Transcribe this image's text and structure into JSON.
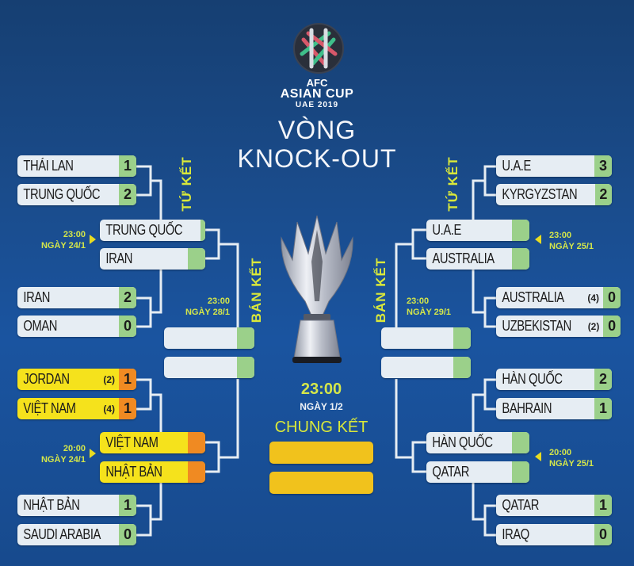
{
  "header": {
    "logo": {
      "line1": "AFC",
      "line2": "ASIAN CUP",
      "line3": "UAE 2019"
    },
    "title_line1": "VÒNG",
    "title_line2": "KNOCK-OUT"
  },
  "stages": {
    "quarterfinal": "TỨ KẾT",
    "semifinal": "BÁN KẾT",
    "final": "CHUNG KẾT"
  },
  "colors": {
    "background": "#1a4c8c",
    "box": "#e6edf3",
    "score_green": "#9bd08a",
    "vietnam_yellow": "#f5e21c",
    "vietnam_orange": "#f08a22",
    "final_gold": "#f1c21c",
    "label_yellow": "#d4e64a",
    "line": "#e6edf3"
  },
  "left": {
    "r16": [
      {
        "teams": [
          {
            "name": "THÁI LAN",
            "score": "1"
          },
          {
            "name": "TRUNG QUỐC",
            "score": "2"
          }
        ]
      },
      {
        "teams": [
          {
            "name": "IRAN",
            "score": "2"
          },
          {
            "name": "OMAN",
            "score": "0"
          }
        ]
      },
      {
        "teams": [
          {
            "name": "JORDAN",
            "pen": "(2)",
            "score": "1"
          },
          {
            "name": "VIỆT NAM",
            "pen": "(4)",
            "score": "1"
          }
        ]
      },
      {
        "teams": [
          {
            "name": "NHẬT BẢN",
            "score": "1"
          },
          {
            "name": "SAUDI ARABIA",
            "score": "0"
          }
        ]
      }
    ],
    "qf": [
      {
        "teams": [
          {
            "name": "TRUNG QUỐC"
          },
          {
            "name": "IRAN"
          }
        ],
        "time": "23:00",
        "date": "NGÀY 24/1"
      },
      {
        "teams": [
          {
            "name": "VIỆT NAM"
          },
          {
            "name": "NHẬT BẢN"
          }
        ],
        "time": "20:00",
        "date": "NGÀY 24/1"
      }
    ],
    "sf": {
      "time": "23:00",
      "date": "NGÀY 28/1"
    }
  },
  "right": {
    "r16": [
      {
        "teams": [
          {
            "name": "U.A.E",
            "score": "3"
          },
          {
            "name": "KYRGYZSTAN",
            "score": "2"
          }
        ]
      },
      {
        "teams": [
          {
            "name": "AUSTRALIA",
            "pen": "(4)",
            "score": "0"
          },
          {
            "name": "UZBEKISTAN",
            "pen": "(2)",
            "score": "0"
          }
        ]
      },
      {
        "teams": [
          {
            "name": "HÀN QUỐC",
            "score": "2"
          },
          {
            "name": "BAHRAIN",
            "score": "1"
          }
        ]
      },
      {
        "teams": [
          {
            "name": "QATAR",
            "score": "1"
          },
          {
            "name": "IRAQ",
            "score": "0"
          }
        ]
      }
    ],
    "qf": [
      {
        "teams": [
          {
            "name": "U.A.E"
          },
          {
            "name": "AUSTRALIA"
          }
        ],
        "time": "23:00",
        "date": "NGÀY 25/1"
      },
      {
        "teams": [
          {
            "name": "HÀN QUỐC"
          },
          {
            "name": "QATAR"
          }
        ],
        "time": "20:00",
        "date": "NGÀY 25/1"
      }
    ],
    "sf": {
      "time": "23:00",
      "date": "NGÀY 29/1"
    }
  },
  "final": {
    "time": "23:00",
    "date": "NGÀY 1/2"
  }
}
